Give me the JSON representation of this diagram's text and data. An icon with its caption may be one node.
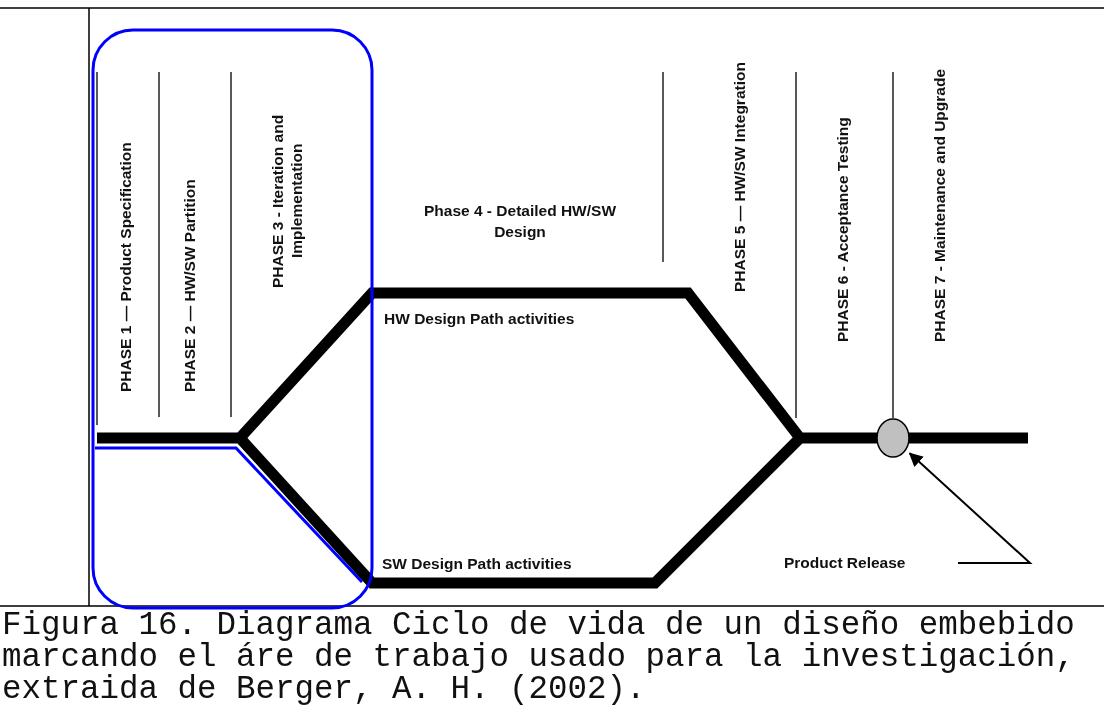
{
  "diagram": {
    "caption": "Figura 16. Diagrama Ciclo de vida de un diseño embebido marcando el áre de trabajo usado para la investigación, extraida de Berger, A. H. (2002).",
    "nodes": [
      {
        "text": [
          "Product Release"
        ]
      },
      {
        "text": [],
        "shape": "circle"
      }
    ],
    "edges": [
      {
        "from": 0,
        "to": 1,
        "arrow": "to"
      }
    ],
    "labels": [
      "PHASE 1 — Product Specification",
      "PHASE 2 — HW/SW Partition",
      "PHASE 3 - Iteration and Implementation",
      "Phase 4 - Detailed HW/SW Design",
      "HW Design Path activities",
      "PHASE 5 — HW/SW Integration",
      "PHASE 6 - Acceptance Testing",
      "PHASE 7 - Maintenance and Upgrade",
      "SW Design Path activities"
    ]
  }
}
